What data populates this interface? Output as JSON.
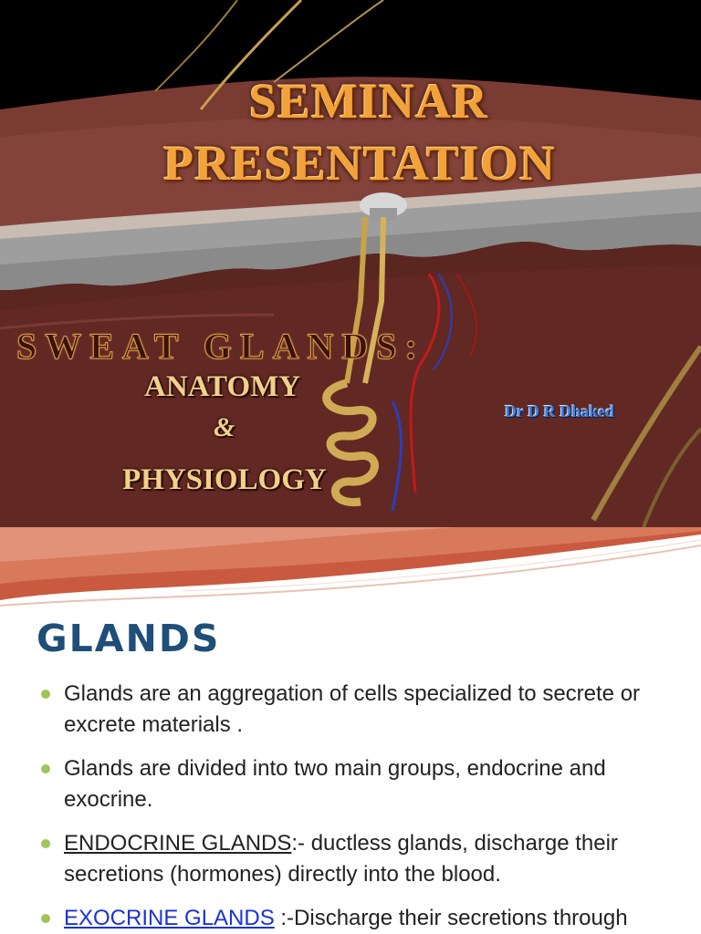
{
  "title_slide": {
    "title_line1": "SEMINAR",
    "title_line2": "PRESENTATION",
    "subtitle_main": "SWEAT GLANDS:",
    "subtitle_word1": "ANATOMY",
    "subtitle_amp": "&",
    "subtitle_word2": "PHYSIOLOGY",
    "author": "Dr D R Dhaked"
  },
  "content_slide": {
    "heading": "GLANDS",
    "bullets": [
      {
        "text": "Glands are an aggregation of cells specialized to secrete or excrete materials ."
      },
      {
        "text": "Glands are divided into two main groups, endocrine and exocrine."
      },
      {
        "term": "ENDOCRINE GLANDS",
        "text": ":- ductless glands, discharge their secretions (hormones) directly into the blood."
      },
      {
        "term": "EXOCRINE GLANDS",
        "text": " :-Discharge  their secretions through ducts opening on an external or internal"
      }
    ]
  },
  "colors": {
    "title": "#f2a23a",
    "heading": "#1f4e79",
    "bullet_dot": "#9fc55a",
    "link": "#1a33d6",
    "author": "#3f7fd8"
  }
}
